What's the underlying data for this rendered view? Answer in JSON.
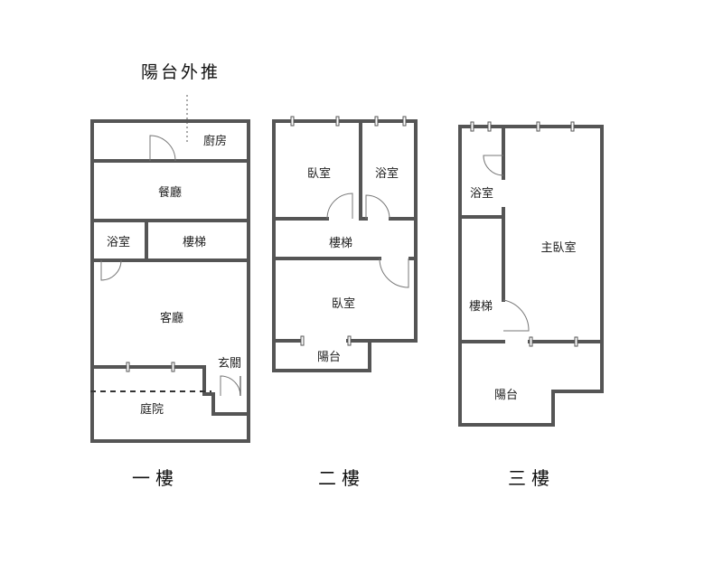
{
  "note": "陽台外推",
  "floors": [
    {
      "label": "一樓",
      "rooms": {
        "kitchen": "廚房",
        "dining": "餐廳",
        "bath": "浴室",
        "stairs": "樓梯",
        "living": "客廳",
        "foyer": "玄關",
        "garden": "庭院"
      }
    },
    {
      "label": "二樓",
      "rooms": {
        "bedroom_a": "臥室",
        "bath": "浴室",
        "stairs": "樓梯",
        "bedroom_b": "臥室",
        "balcony": "陽台"
      }
    },
    {
      "label": "三樓",
      "rooms": {
        "bath": "浴室",
        "master": "主臥室",
        "stairs": "樓梯",
        "balcony": "陽台"
      }
    }
  ]
}
